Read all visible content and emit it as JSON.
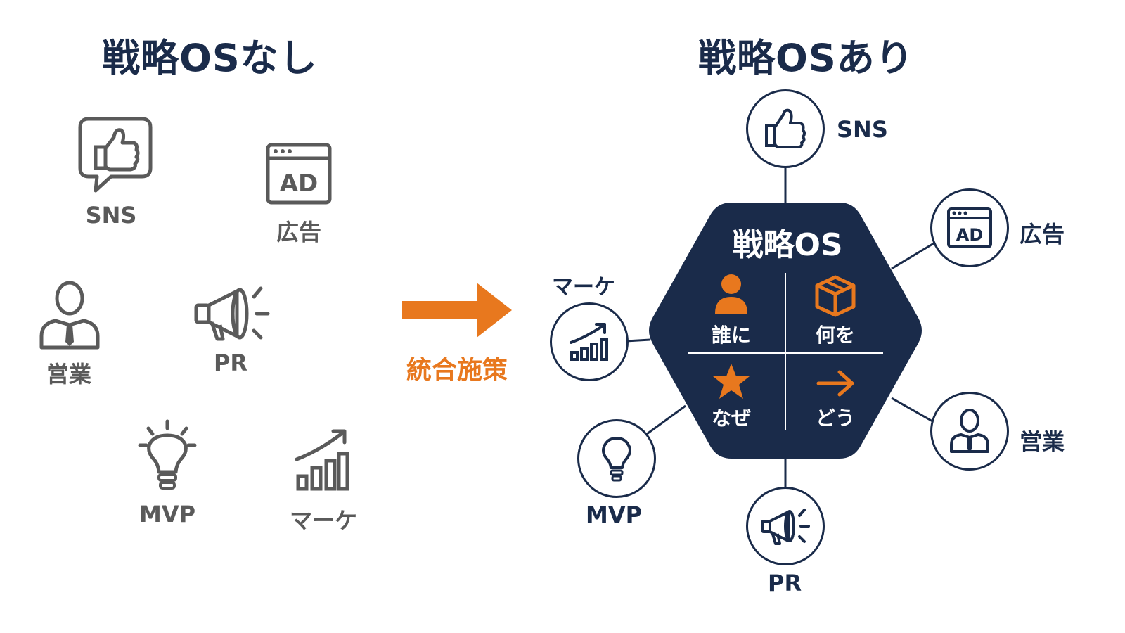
{
  "left_panel": {
    "title": "戦略OSなし",
    "items": [
      {
        "label": "SNS",
        "icon": "thumbs-up-bubble-icon"
      },
      {
        "label": "広告",
        "icon": "ad-window-icon"
      },
      {
        "label": "営業",
        "icon": "salesperson-icon"
      },
      {
        "label": "PR",
        "icon": "megaphone-icon"
      },
      {
        "label": "MVP",
        "icon": "lightbulb-icon"
      },
      {
        "label": "マーケ",
        "icon": "growth-chart-icon"
      }
    ]
  },
  "transition": {
    "label": "統合施策",
    "icon": "arrow-right-icon"
  },
  "right_panel": {
    "title": "戦略OSあり",
    "hub": {
      "title": "戦略OS",
      "quadrants": [
        {
          "label": "誰に",
          "icon": "person-icon"
        },
        {
          "label": "何を",
          "icon": "box-icon"
        },
        {
          "label": "なぜ",
          "icon": "star-icon"
        },
        {
          "label": "どう",
          "icon": "arrow-right-icon"
        }
      ]
    },
    "nodes": [
      {
        "label": "SNS",
        "icon": "thumbs-up-icon"
      },
      {
        "label": "広告",
        "icon": "ad-window-icon"
      },
      {
        "label": "営業",
        "icon": "salesperson-icon"
      },
      {
        "label": "PR",
        "icon": "megaphone-icon"
      },
      {
        "label": "MVP",
        "icon": "lightbulb-icon"
      },
      {
        "label": "マーケ",
        "icon": "growth-chart-icon"
      }
    ]
  },
  "colors": {
    "navy": "#1a2b4a",
    "gray": "#5a5a5a",
    "orange": "#e8781e",
    "white": "#ffffff"
  }
}
